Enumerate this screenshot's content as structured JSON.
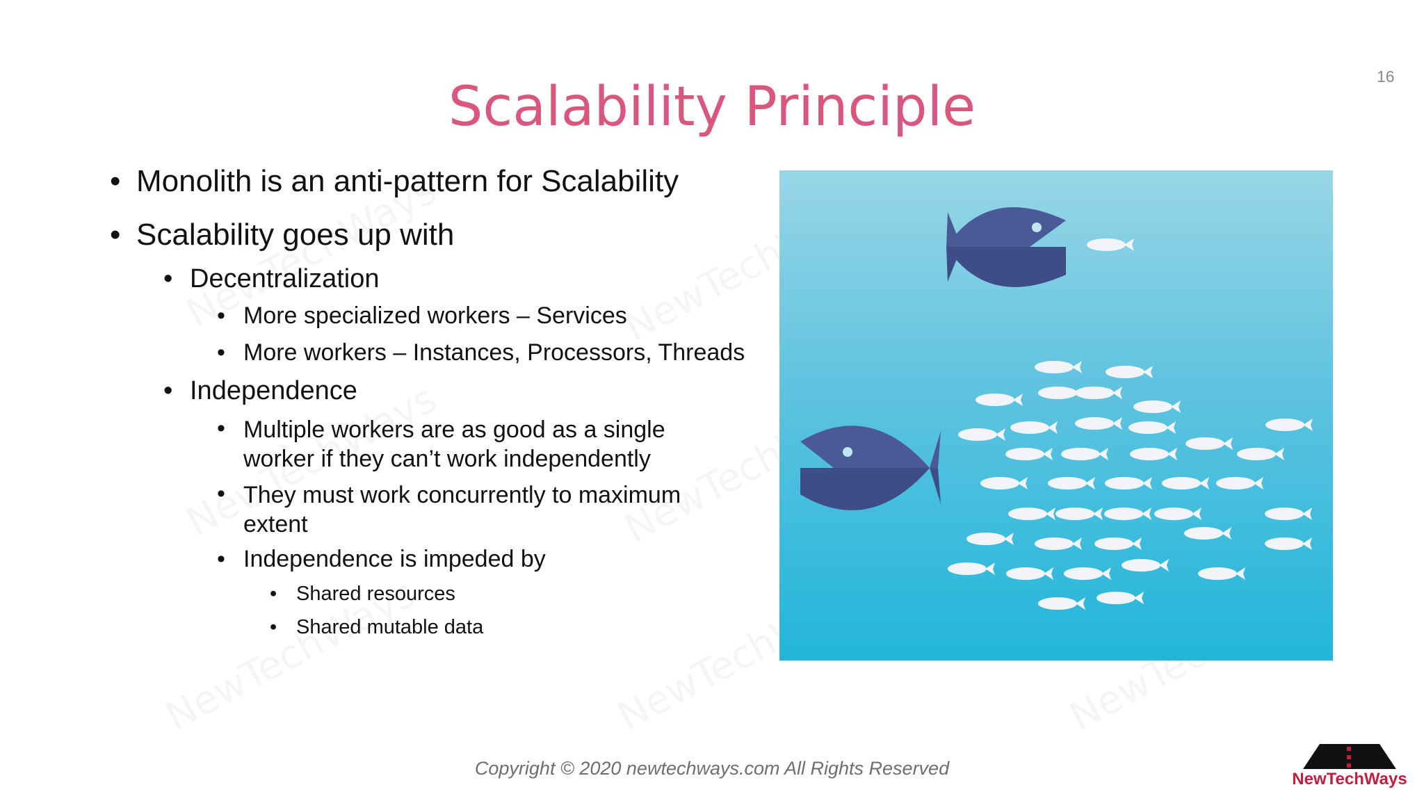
{
  "slide": {
    "title": "Scalability Principle",
    "page_number": "16",
    "watermark": "NewTechWays",
    "bullets": [
      {
        "text": "Monolith is an anti-pattern for Scalability"
      },
      {
        "text": "Scalability goes up with"
      },
      {
        "text": "Decentralization"
      },
      {
        "text": "More specialized workers – Services"
      },
      {
        "text": "More workers – Instances, Processors, Threads"
      },
      {
        "text": "Independence"
      },
      {
        "text": "Multiple workers are as good as a single worker if they can’t work independently"
      },
      {
        "text": "They must work concurrently to maximum extent"
      },
      {
        "text": "Independence is impeded by"
      },
      {
        "text": "Shared resources"
      },
      {
        "text": "Shared mutable data"
      }
    ],
    "copyright": "Copyright © 2020 newtechways.com All Rights Reserved",
    "logo": {
      "text": "NewTechWays"
    },
    "colors": {
      "title": "#d9577d",
      "logo": "#c0203f",
      "fish_big": "#4a5a96",
      "fish_small": "#f2f4f7"
    }
  }
}
